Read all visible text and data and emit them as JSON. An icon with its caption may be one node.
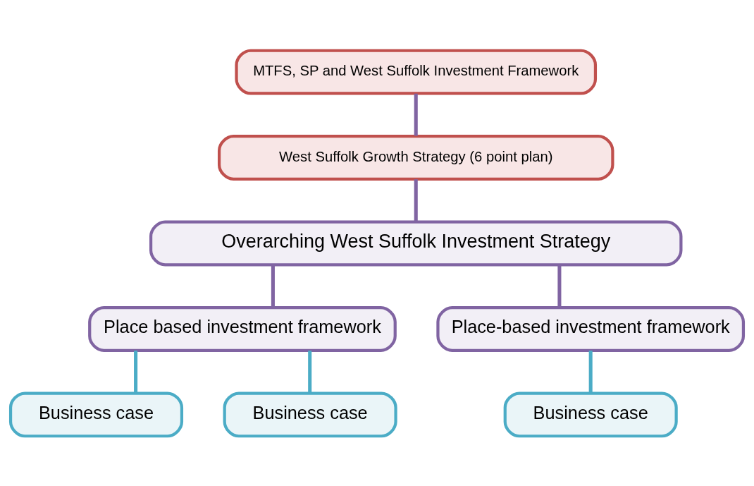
{
  "diagram": {
    "nodes": [
      {
        "text": [
          "MTFS, SP and West Suffolk Investment Framework"
        ]
      },
      {
        "text": [
          "West Suffolk Growth Strategy (6 point plan)"
        ]
      },
      {
        "text": [
          "Overarching West Suffolk Investment Strategy"
        ]
      },
      {
        "text": [
          "Place based investment framework"
        ]
      },
      {
        "text": [
          "Place-based investment framework"
        ]
      },
      {
        "text": [
          "Business case"
        ]
      },
      {
        "text": [
          "Business case"
        ]
      },
      {
        "text": [
          "Business case"
        ]
      }
    ],
    "edges": [
      {
        "from": 0,
        "to": 1,
        "arrow": "none"
      },
      {
        "from": 1,
        "to": 2,
        "arrow": "none"
      },
      {
        "from": 2,
        "to": 3,
        "arrow": "none"
      },
      {
        "from": 2,
        "to": 4,
        "arrow": "none"
      },
      {
        "from": 3,
        "to": 5,
        "arrow": "none",
        "color": "#4bacc6"
      },
      {
        "from": 3,
        "to": 6,
        "arrow": "none",
        "color": "#4bacc6"
      },
      {
        "from": 4,
        "to": 7,
        "arrow": "none",
        "color": "#4bacc6"
      }
    ]
  }
}
